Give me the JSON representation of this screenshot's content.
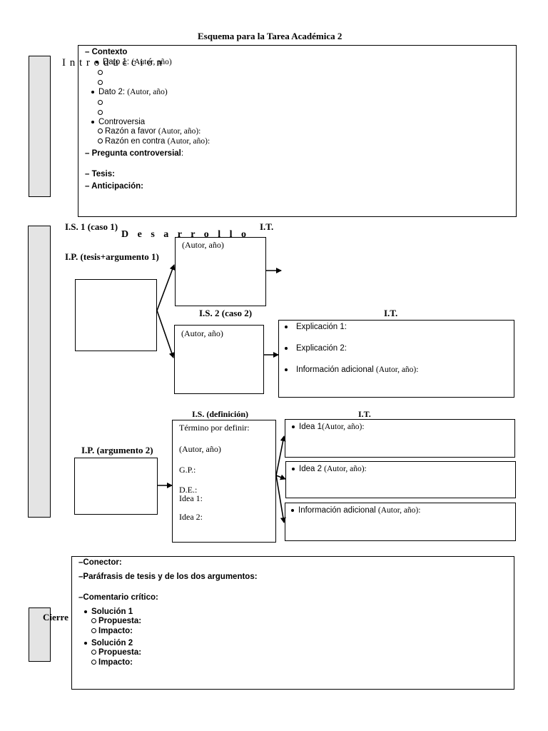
{
  "title": "Esquema para la Tarea Académica 2",
  "sidebars": {
    "introduccion": "I n t r o d u c c i ó n",
    "desarrollo": "D   e   s   a   r   r   o   l   l   o",
    "cierre": "Cierre"
  },
  "intro": {
    "contexto": "Contexto",
    "dato1_label": "Dato 1: ",
    "dato1_cite": "(Autor, año)",
    "dato2_label": "Dato 2: ",
    "dato2_cite": "(Autor, año)",
    "controversia": "Controversia",
    "razon_favor_label": "Razón a favor ",
    "razon_favor_cite": "(Autor, año):",
    "razon_contra_label": "Razón en contra ",
    "razon_contra_cite": "(Autor, año):",
    "pregunta": "Pregunta controversial",
    "pregunta_colon": ":",
    "tesis": "Tesis:",
    "anticipacion": "Anticipación:"
  },
  "desarrollo": {
    "is1": "I.S. 1 (caso 1)",
    "it1": "I.T.",
    "ip1": "I.P. (tesis+argumento 1)",
    "autor_anio_a": "(Autor, año)",
    "is2": "I.S. 2 (caso 2)",
    "it2": "I.T.",
    "autor_anio_b": "(Autor, año)",
    "explicacion1": "Explicación 1:",
    "explicacion2": "Explicación 2:",
    "info_adicional_label": "Información adicional ",
    "info_adicional_cite": "(Autor, año):",
    "is_def": "I.S. (definición)",
    "it3": "I.T.",
    "ip2": "I.P. (argumento 2)",
    "termino": "Término por definir:",
    "autor_anio_c": "(Autor, año)",
    "gp": "G.P.:",
    "de": "D.E.:",
    "idea1_def": "Idea 1:",
    "idea2_def": "Idea 2:",
    "idea1_label": "Idea 1",
    "idea1_cite": "(Autor, año):",
    "idea2_label": "Idea 2 ",
    "idea2_cite": "(Autor, año):",
    "info2_label": "Información adicional ",
    "info2_cite": "(Autor, año):"
  },
  "cierre": {
    "conector": "Conector:",
    "parafrasis": "Paráfrasis de tesis y de los dos argumentos:",
    "comentario": "Comentario crítico:",
    "solucion1": "Solución 1",
    "propuesta1": "Propuesta:",
    "impacto1": "Impacto:",
    "solucion2": "Solución 2",
    "propuesta2": "Propuesta:",
    "impacto2": "Impacto:"
  }
}
